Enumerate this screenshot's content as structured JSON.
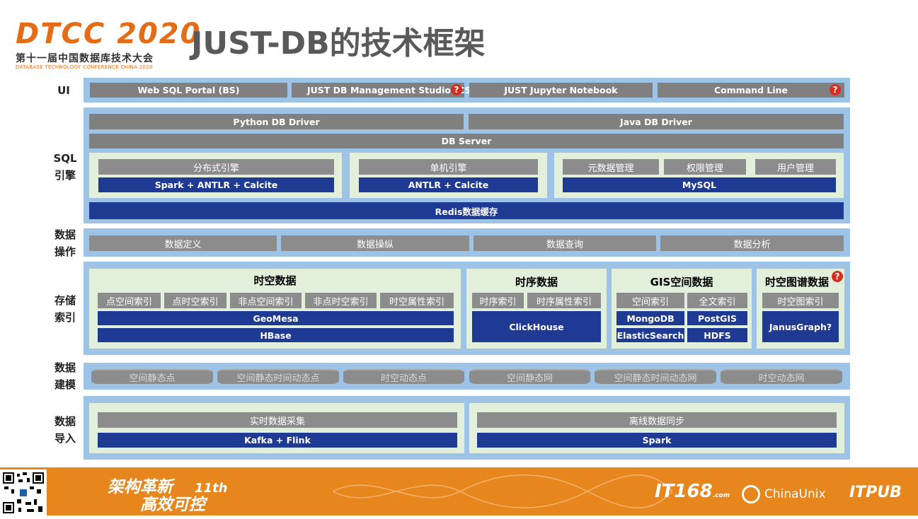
{
  "header": {
    "logo_text": "DTCC 2020",
    "logo_subtitle": "第十一届中国数据库技术大会",
    "logo_english": "DATABASE TECHNOLOGY CONFERENCE CHINA 2020",
    "title": "JUST-DB的技术框架"
  },
  "rows": {
    "ui": "UI",
    "sql": "SQL\n引擎",
    "dataop": "数据\n操作",
    "storage": "存储\n索引",
    "modeling": "数据\n建模",
    "import": "数据\n导入"
  },
  "ui_layer": [
    "Web SQL Portal (BS)",
    "JUST DB Management Studio (CS)",
    "JUST Jupyter Notebook",
    "Command Line"
  ],
  "sql_layer": {
    "python_driver": "Python DB Driver",
    "java_driver": "Java DB Driver",
    "db_server": "DB Server",
    "distributed": {
      "head": "分布式引擎",
      "tech": "Spark + ANTLR + Calcite"
    },
    "standalone": {
      "head": "单机引擎",
      "tech": "ANTLR + Calcite"
    },
    "meta": [
      "元数据管理",
      "权限管理",
      "用户管理"
    ],
    "meta_tech": "MySQL",
    "redis": "Redis数据缓存"
  },
  "data_ops": [
    "数据定义",
    "数据操纵",
    "数据查询",
    "数据分析"
  ],
  "storage": {
    "spatiotemporal": {
      "title": "时空数据",
      "indexes": [
        "点空间索引",
        "点时空索引",
        "非点空间索引",
        "非点时空索引",
        "时空属性索引"
      ],
      "tech1": "GeoMesa",
      "tech2": "HBase"
    },
    "timeseries": {
      "title": "时序数据",
      "indexes": [
        "时序索引",
        "时序属性索引"
      ],
      "tech": "ClickHouse"
    },
    "gis": {
      "title": "GIS空间数据",
      "indexes": [
        "空间索引",
        "全文索引"
      ],
      "tech": [
        "MongoDB",
        "PostGIS",
        "ElasticSearch",
        "HDFS"
      ]
    },
    "graph": {
      "title": "时空图谱数据",
      "indexes": [
        "时空图索引"
      ],
      "tech": "JanusGraph?"
    }
  },
  "modeling": [
    "空间静态点",
    "空间静态时间动态点",
    "时空动态点",
    "空间静态网",
    "空间静态时间动态网",
    "时空动态网"
  ],
  "import_layer": {
    "realtime": {
      "head": "实时数据采集",
      "tech": "Kafka + Flink"
    },
    "offline": {
      "head": "离线数据同步",
      "tech": "Spark"
    }
  },
  "qmark": "?",
  "footer": {
    "slogan_line1": "架构革新",
    "slogan_edition": "11th",
    "slogan_line2": "高效可控",
    "logo1": "IT168",
    "logo1_suffix": ".com",
    "logo2": "ChinaUnix",
    "logo3": "ITPUB"
  },
  "colors": {
    "orange": "#e8861e",
    "panel": "#9dc3e6",
    "sub": "#e2efda",
    "gray": "#808080",
    "navy": "#1f3a93"
  }
}
